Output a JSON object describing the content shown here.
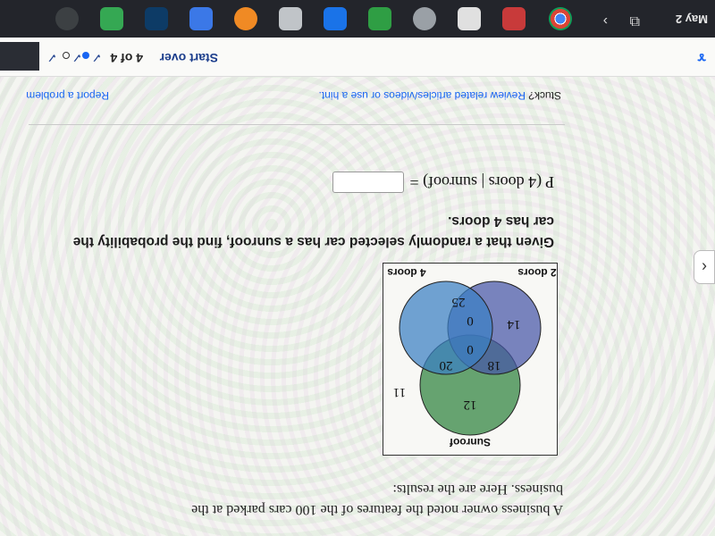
{
  "question": {
    "line1": "A business owner noted the features of the 100 cars parked at the",
    "line2": "business. Here are the results:"
  },
  "venn": {
    "labels": {
      "sunroof": "Sunroof",
      "two_doors": "2 doors",
      "four_doors": "4 doors"
    },
    "regions": {
      "sunroof_only": "12",
      "sunroof_two_doors": "18",
      "sunroof_four_doors": "20",
      "all_three": "0",
      "two_four_doors": "0",
      "two_doors_only": "14",
      "four_doors_only": "25",
      "outside": "11"
    },
    "colors": {
      "sunroof": "#3c8a4a",
      "two_doors": "#4656a8",
      "four_doors": "#3a7fc4"
    }
  },
  "given": {
    "line1": "Given that a randomly selected car has a sunroof, find the probability the",
    "line2": "car has 4 doors."
  },
  "probability": {
    "expression": "P (4 doors | sunroof) =",
    "answer_value": ""
  },
  "help": {
    "stuck_label": "Stuck?",
    "hint_text": "Review related articles/videos or use a hint.",
    "report_label": "Report a problem"
  },
  "bottom_bar": {
    "start_over_label": "Start over",
    "progress_text": "4 of 4"
  },
  "taskbar": {
    "date_text": "May 2"
  }
}
